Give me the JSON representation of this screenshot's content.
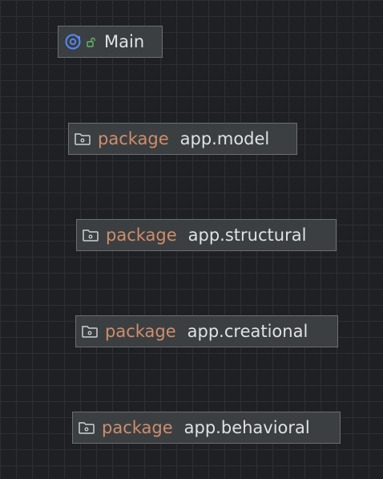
{
  "diagram": {
    "main_node": {
      "icon": "class-run-icon",
      "badge_icon": "public-lock-icon",
      "label": "Main"
    },
    "packages": [
      {
        "icon": "folder-icon",
        "keyword": "package",
        "name": "app.model"
      },
      {
        "icon": "folder-icon",
        "keyword": "package",
        "name": "app.structural"
      },
      {
        "icon": "folder-icon",
        "keyword": "package",
        "name": "app.creational"
      },
      {
        "icon": "folder-icon",
        "keyword": "package",
        "name": "app.behavioral"
      }
    ]
  },
  "colors": {
    "background": "#1f2023",
    "grid": "#2d2f33",
    "node_fill": "#3c3f41",
    "node_border": "#6b6e73",
    "keyword": "#cf8e6d",
    "text": "#dfe1e5",
    "class_icon": "#548af7",
    "badge_icon": "#5fb865",
    "folder_icon": "#ced0d6"
  }
}
